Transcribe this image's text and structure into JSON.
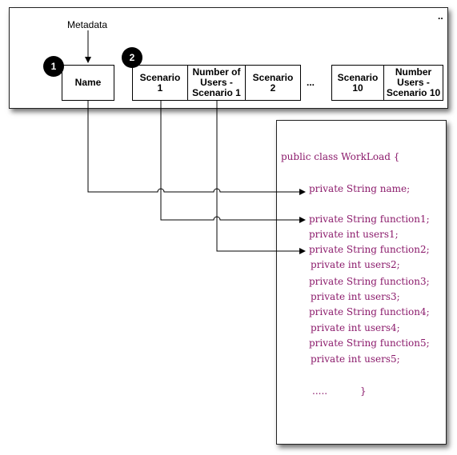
{
  "top_panel": {
    "corner_mark": "..",
    "metadata_label": "Metadata",
    "badges": [
      "1",
      "2"
    ],
    "cells": {
      "name": "Name",
      "scenario1": "Scenario\n1",
      "users_scenario1": "Number of\nUsers -\nScenario 1",
      "scenario2": "Scenario\n2",
      "ellipsis": "...",
      "scenario10": "Scenario\n10",
      "users_scenario10": "Number\nUsers -\nScenario 10"
    }
  },
  "code_panel": {
    "class_header": "public class WorkLoad {",
    "fields": [
      "private String name;",
      "private String function1;",
      "private int users1;",
      "private String function2;",
      "private int users2;",
      "private String function3;",
      "private int users3;",
      "private String function4;",
      "private int users4;",
      "private String function5;",
      "private int users5;"
    ],
    "trailing_dots": ".....",
    "closing_brace": "}"
  },
  "colors": {
    "code_text": "#8b1a6b",
    "lines": "#000000"
  }
}
